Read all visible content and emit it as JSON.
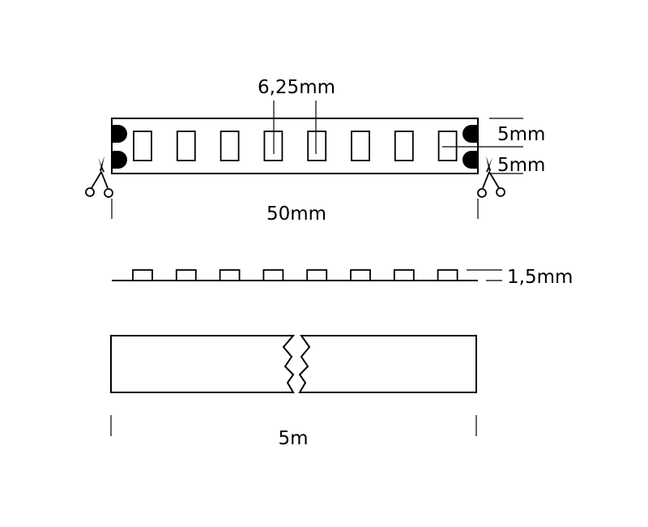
{
  "labels": {
    "pitch": "6,25mm",
    "pad_top": "5mm",
    "pad_bottom": "5mm",
    "segment_length": "50mm",
    "height": "1,5mm",
    "total_length": "5m"
  },
  "strip": {
    "led_count": 8
  },
  "icons": [
    "scissors-icon",
    "scissors-icon",
    "break-mark-icon"
  ],
  "colors": {
    "line": "#000000",
    "background": "#ffffff"
  }
}
